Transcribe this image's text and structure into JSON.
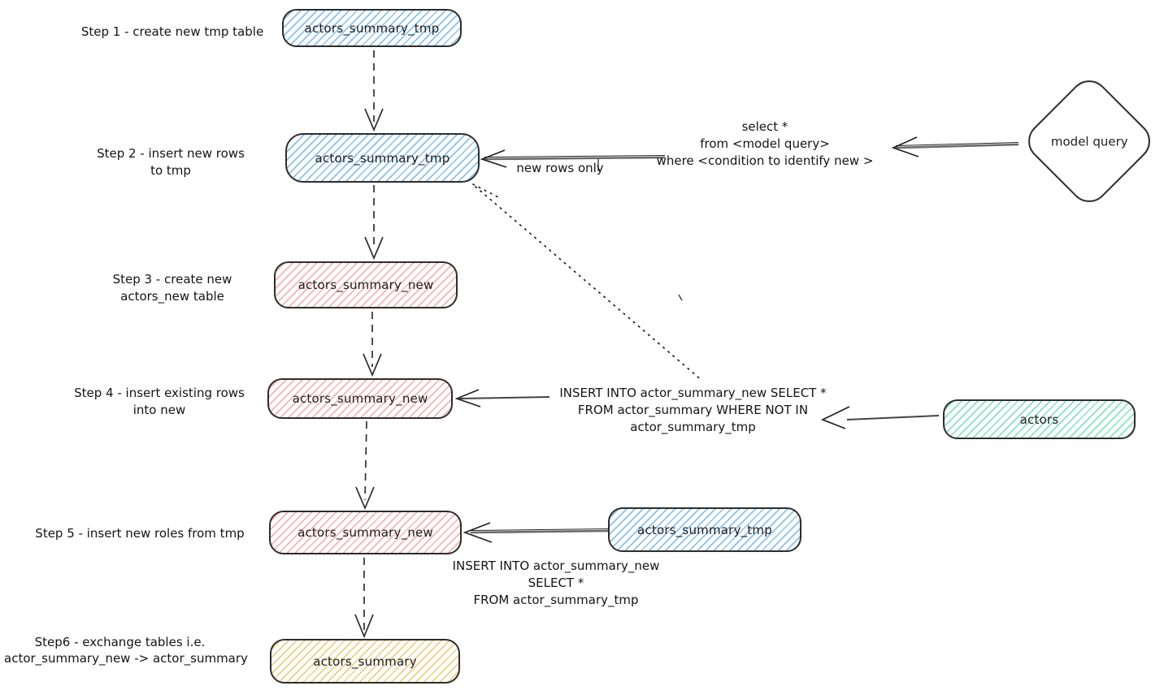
{
  "steps": [
    {
      "id": "step-1",
      "label_lines": [
        "Step 1 - create new tmp table"
      ],
      "table": "actors_summary_tmp"
    },
    {
      "id": "step-2",
      "label_lines": [
        "Step 2 - insert new rows",
        "to tmp"
      ],
      "table": "actors_summary_tmp"
    },
    {
      "id": "step-3",
      "label_lines": [
        "Step 3 - create new",
        "actors_new table"
      ],
      "table": "actors_summary_new"
    },
    {
      "id": "step-4",
      "label_lines": [
        "Step 4 - insert existing rows",
        "into new"
      ],
      "table": "actors_summary_new"
    },
    {
      "id": "step-5",
      "label_lines": [
        "Step 5 - insert new roles from tmp"
      ],
      "table": "actors_summary_new"
    },
    {
      "id": "step-6",
      "label_lines": [
        "Step6 - exchange tables i.e.",
        "actor_summary_new -> actor_summary"
      ],
      "table": "actors_summary"
    }
  ],
  "side_nodes": {
    "model_query": "model query",
    "actors": "actors",
    "tmp_source": "actors_summary_tmp"
  },
  "annotations": {
    "new_rows_only": "new rows only",
    "select_query_lines": [
      "select *",
      "from <model query>",
      "where <condition to identify new >"
    ],
    "insert_not_in_lines": [
      "INSERT INTO actor_summary_new SELECT *",
      "FROM actor_summary WHERE NOT IN",
      "actor_summary_tmp"
    ],
    "insert_from_tmp_lines": [
      "INSERT INTO actor_summary_new",
      "SELECT *",
      "FROM actor_summary_tmp"
    ]
  },
  "colors": {
    "stroke": "#2d2d2d",
    "blue_hatch": "#7dbaeb",
    "red_hatch": "#f4a6a6",
    "teal_hatch": "#7adec0",
    "yellow_hatch": "#eecd7e",
    "node_background": "#ffffff"
  }
}
